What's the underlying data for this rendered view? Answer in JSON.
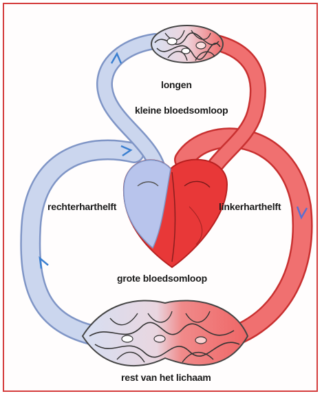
{
  "labels": {
    "lungs": "longen",
    "small_circulation": "kleine bloedsomloop",
    "right_half": "rechterharthelft",
    "left_half": "linkerharthelft",
    "large_circulation": "grote bloedsomloop",
    "body_rest": "rest van het lichaam"
  },
  "colors": {
    "frame": "#d43c3c",
    "oxygen_poor": "#c9d6ee",
    "oxygen_poor_edge": "#7f95c6",
    "oxygen_rich": "#f07070",
    "oxygen_rich_edge": "#c83030",
    "heart_right": "#b8c4ec",
    "heart_left": "#e83838",
    "flow_arrow": "#3a7fd0"
  }
}
